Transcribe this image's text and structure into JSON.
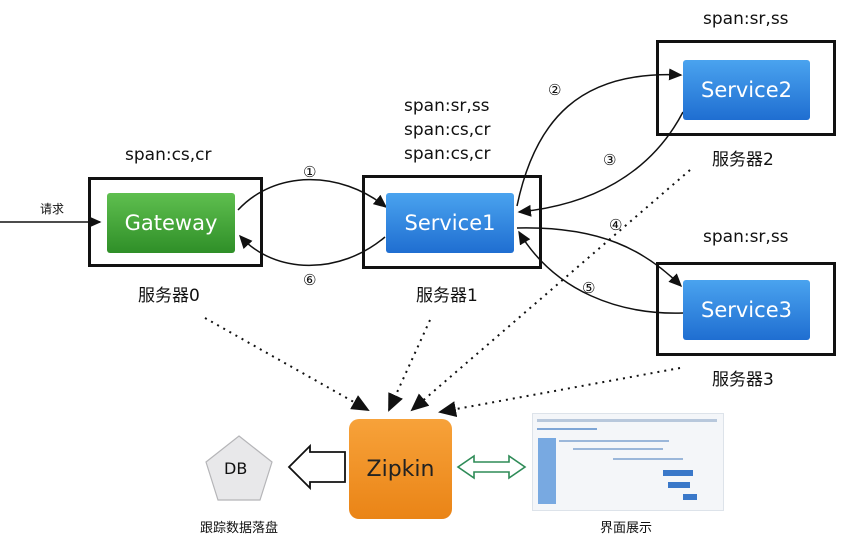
{
  "request_label": "请求",
  "gateway": {
    "name": "Gateway",
    "span": "span:cs,cr",
    "server": "服务器0"
  },
  "service1": {
    "name": "Service1",
    "spans": [
      "span:sr,ss",
      "span:cs,cr",
      "span:cs,cr"
    ],
    "server": "服务器1"
  },
  "service2": {
    "name": "Service2",
    "span": "span:sr,ss",
    "server": "服务器2"
  },
  "service3": {
    "name": "Service3",
    "span": "span:sr,ss",
    "server": "服务器3"
  },
  "zipkin": {
    "name": "Zipkin"
  },
  "db": {
    "name": "DB",
    "label": "跟踪数据落盘"
  },
  "ui": {
    "label": "界面展示"
  },
  "steps": [
    "①",
    "②",
    "③",
    "④",
    "⑤",
    "⑥"
  ]
}
